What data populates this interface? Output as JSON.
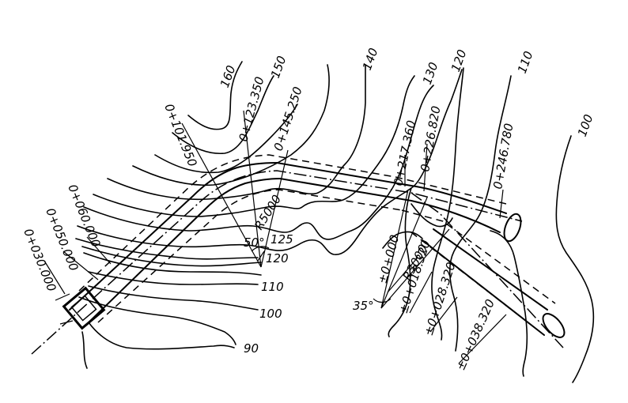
{
  "contours": {
    "labels": [
      "160",
      "150",
      "140",
      "130",
      "120",
      "110",
      "100",
      "125",
      "120",
      "110",
      "100",
      "90"
    ]
  },
  "stations": {
    "left": [
      "0+030.000",
      "0+050.000",
      "0+060.000",
      "0+101.950",
      "0+123.350",
      "0+145.250"
    ],
    "mid": [
      "0+217.360",
      "0+226.820",
      "0+246.780"
    ],
    "right": [
      "±0+000",
      "±0+018.320",
      "±0+028.320",
      "±0+038.320"
    ]
  },
  "bends": {
    "left": {
      "radius": "R5000",
      "angle": "50°"
    },
    "right": {
      "radius": "R3000",
      "angle": "35°"
    }
  }
}
